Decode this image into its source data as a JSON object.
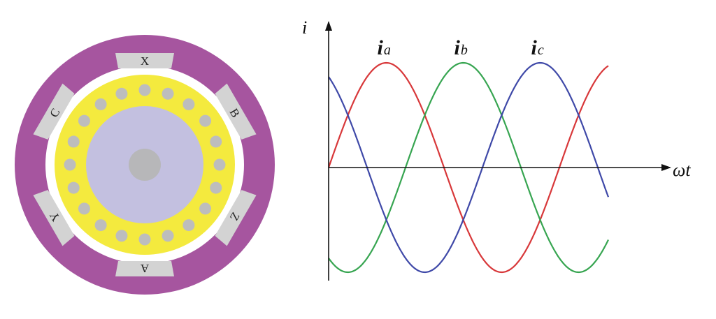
{
  "motor": {
    "colors": {
      "outer_ring": "#a6559f",
      "gap": "#ffffff",
      "rotor_ring": "#f4ea3e",
      "rotor_core": "#c3c0e0",
      "shaft": "#b7b7b9",
      "bars": "#bdbdbd",
      "slots": "#d3d3d3"
    },
    "slots": [
      {
        "label": "X"
      },
      {
        "label": "B"
      },
      {
        "label": "Z"
      },
      {
        "label": "A"
      },
      {
        "label": "Y"
      },
      {
        "label": "C"
      }
    ],
    "rotor_bar_count": 20
  },
  "chart_data": {
    "type": "line",
    "xlabel": "ωt",
    "ylabel": "i",
    "grid": false,
    "series": [
      {
        "name": "i",
        "subscript": "a",
        "phase_deg": 0,
        "color": "#d8383a"
      },
      {
        "name": "i",
        "subscript": "b",
        "phase_deg": -120,
        "color": "#37a551"
      },
      {
        "name": "i",
        "subscript": "c",
        "phase_deg": 120,
        "color": "#3f49a8"
      }
    ]
  }
}
